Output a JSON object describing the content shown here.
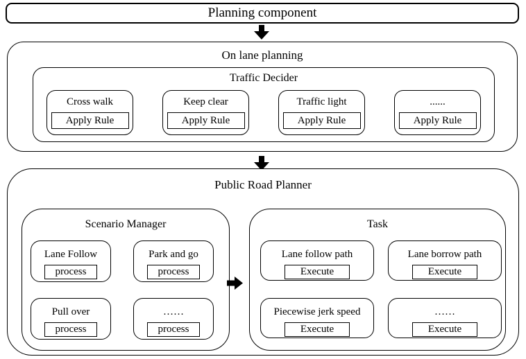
{
  "planning": {
    "title": "Planning component",
    "on_lane_planning": {
      "title": "On lane planning",
      "traffic_decider": {
        "title": "Traffic Decider",
        "items": [
          {
            "label": "Cross walk",
            "button": "Apply Rule"
          },
          {
            "label": "Keep clear",
            "button": "Apply Rule"
          },
          {
            "label": "Traffic light",
            "button": "Apply Rule"
          },
          {
            "label": "......",
            "button": "Apply Rule"
          }
        ]
      }
    },
    "public_road_planner": {
      "title": "Public Road Planner",
      "scenario_manager": {
        "title": "Scenario Manager",
        "items": [
          {
            "label": "Lane Follow",
            "button": "process"
          },
          {
            "label": "Park and go",
            "button": "process"
          },
          {
            "label": "Pull over",
            "button": "process"
          },
          {
            "label": "……",
            "button": "process"
          }
        ]
      },
      "task": {
        "title": "Task",
        "items": [
          {
            "label": "Lane follow path",
            "button": "Execute"
          },
          {
            "label": "Lane borrow path",
            "button": "Execute"
          },
          {
            "label": "Piecewise jerk speed",
            "button": "Execute"
          },
          {
            "label": "……",
            "button": "Execute"
          }
        ]
      }
    },
    "colors": {
      "background": "#ffffff",
      "border": "#000000",
      "text": "#000000",
      "arrow": "#000000"
    }
  }
}
